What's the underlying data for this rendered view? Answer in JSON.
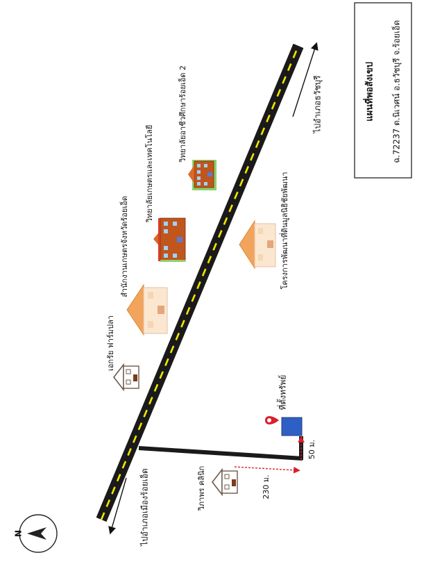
{
  "title_box": {
    "title": "แผนที่พอสังเขป",
    "subtitle": "ฉ.72237 ต.นิเวศน์ อ.ธวัชบุรี จ.ร้อยเอ็ด"
  },
  "roads": {
    "to_city": "ไปอำเภอเมืองร้อยเอ็ด",
    "to_district": "ไปอำเภอธวัชบุรี"
  },
  "landmarks": {
    "college_2": "วิทยาลัยอาชีวศึกษาร้อยเอ็ด 2",
    "agri_college": "วิทยาลัยเกษตรและเทคโนโลยี",
    "agri_office": "สำนักงานเกษตรจังหวัดร้อยเอ็ด",
    "project": "โครงการพัฒนาที่ดินมูลนิธิชัยพัฒนา",
    "farm": "เอกรัย ฟาร์มปลา",
    "clinic": "วิภาพร คลินิก",
    "property": "ที่ตั้งทรัพย์"
  },
  "distances": {
    "d50": "50 ม.",
    "d230": "230 ม."
  },
  "compass": {
    "letter": "N"
  },
  "colors": {
    "road": "#1a1a1a",
    "road_dash": "#f2e600",
    "property": "#2e5fc4",
    "pin": "#d8212b",
    "distance_line": "#d8212b"
  }
}
